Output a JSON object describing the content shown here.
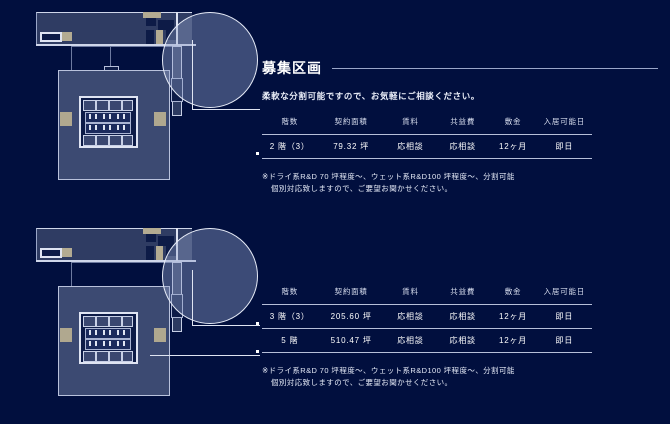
{
  "section_1": {
    "heading": "募集区画",
    "subtitle": "柔軟な分割可能ですので、お気軽にご相談ください。",
    "table": {
      "headers": [
        "階数",
        "契約面積",
        "賃料",
        "共益費",
        "敷金",
        "入居可能日"
      ],
      "rows": [
        [
          "2 階（3）",
          "79.32 坪",
          "応相談",
          "応相談",
          "12ヶ月",
          "即日"
        ]
      ]
    },
    "note_line_1": "※ドライ系R&D 70 坪程度〜、ウェット系R&D100 坪程度〜、分割可能",
    "note_line_2": "個別対応致しますので、ご要望お聞かせください。"
  },
  "section_2": {
    "table": {
      "headers": [
        "階数",
        "契約面積",
        "賃料",
        "共益費",
        "敷金",
        "入居可能日"
      ],
      "rows": [
        [
          "3 階（3）",
          "205.60 坪",
          "応相談",
          "応相談",
          "12ヶ月",
          "即日"
        ],
        [
          "5 階",
          "510.47 坪",
          "応相談",
          "応相談",
          "12ヶ月",
          "即日"
        ]
      ]
    },
    "note_line_1": "※ドライ系R&D 70 坪程度〜、ウェット系R&D100 坪程度〜、分割可能",
    "note_line_2": "個別対応致しますので、ご要望お聞かせください。"
  },
  "colors": {
    "background": "#010f3e",
    "slab": "#3c4a72",
    "outline": "#dfe4f2",
    "accent": "#b0a88f",
    "rule": "#9aa6c8"
  }
}
